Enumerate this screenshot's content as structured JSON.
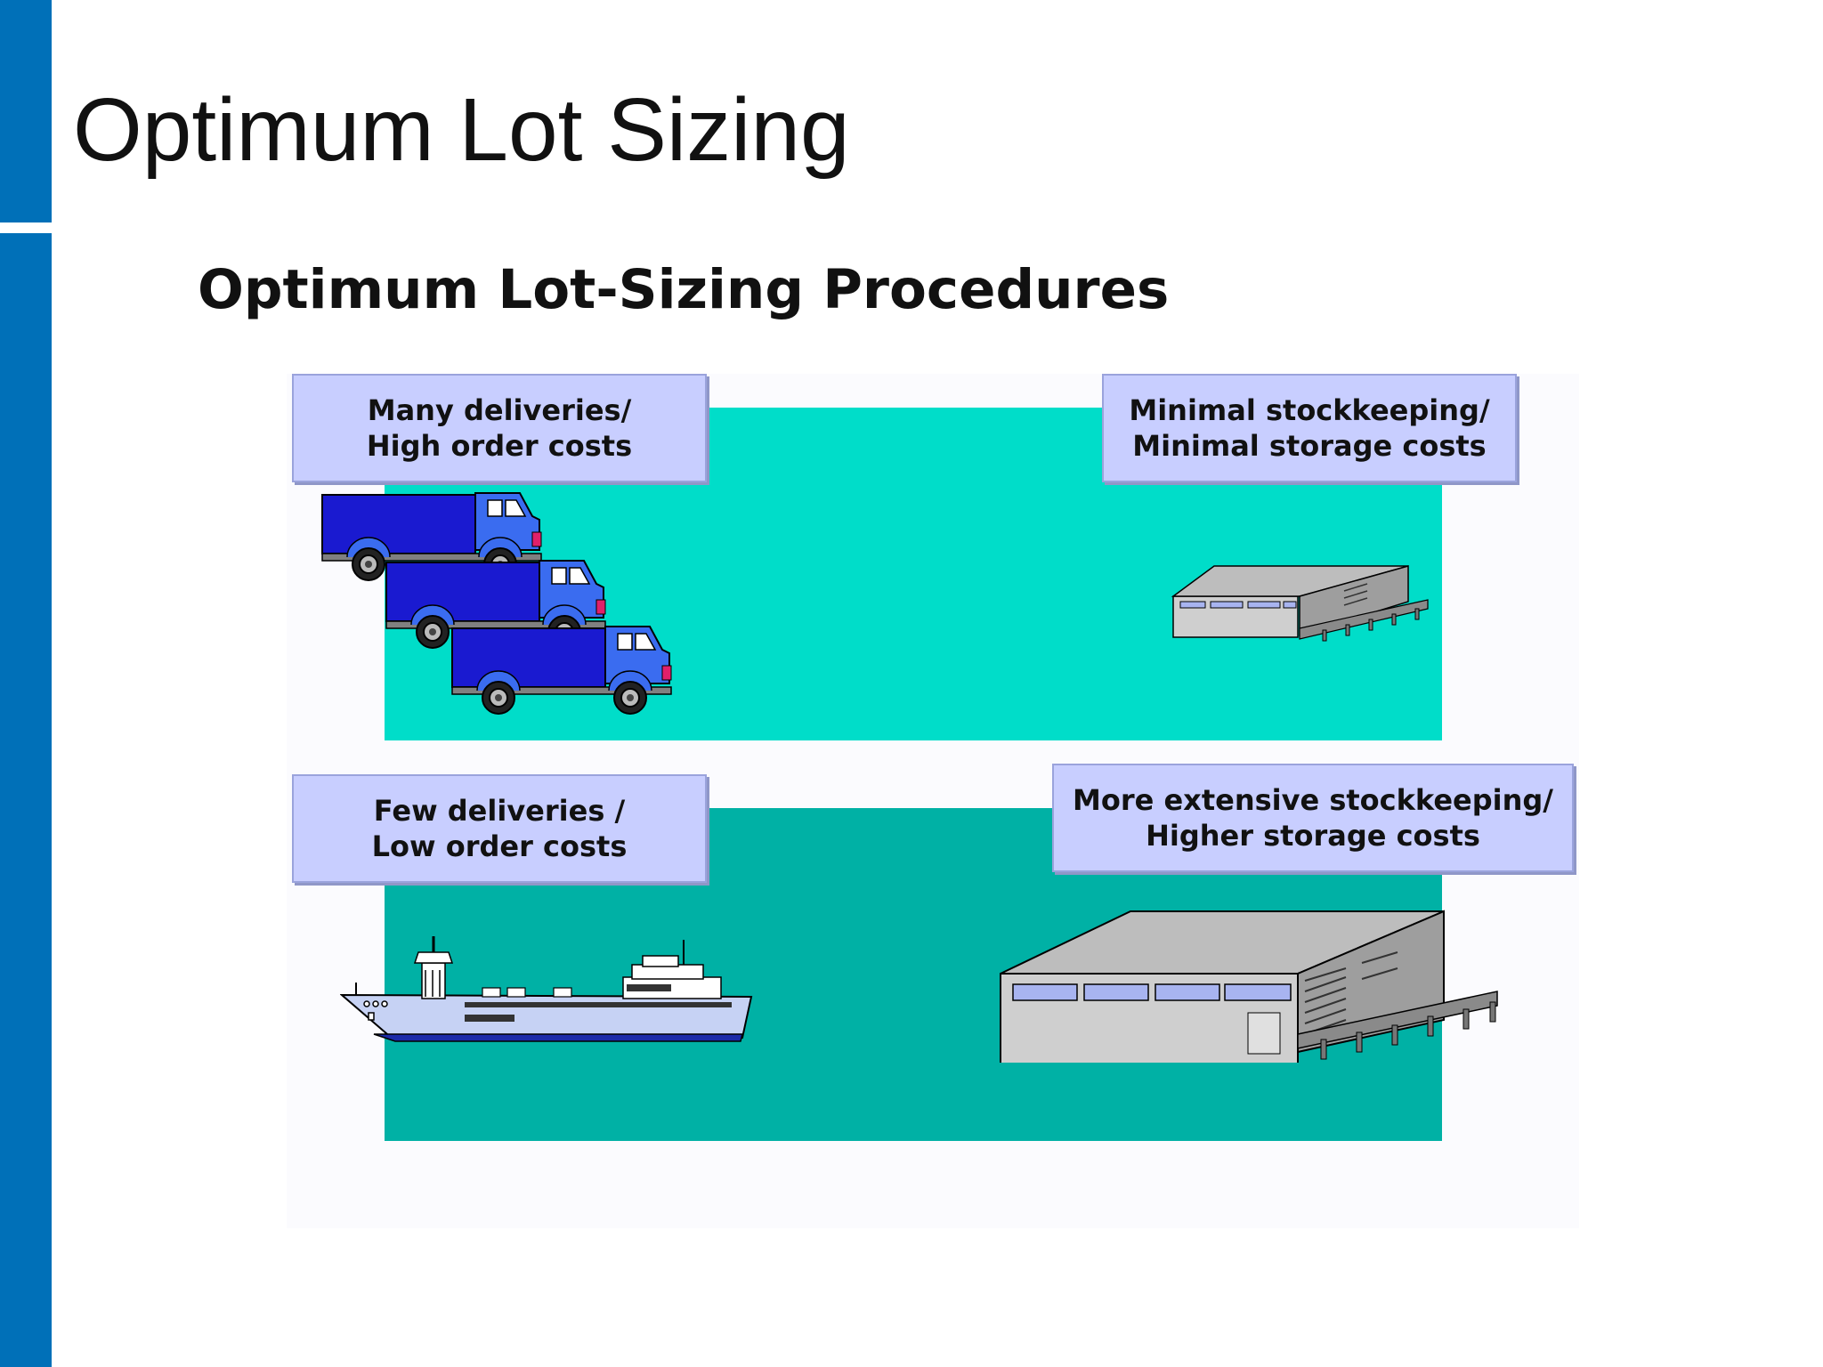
{
  "slide": {
    "title": "Optimum Lot Sizing",
    "subtitle": "Optimum Lot-Sizing Procedures"
  },
  "scenarios": {
    "frequent": {
      "left_label": [
        "Many deliveries/",
        "High order costs"
      ],
      "right_label": [
        "Minimal stockkeeping/",
        "Minimal storage costs"
      ]
    },
    "infrequent": {
      "left_label": [
        "Few deliveries /",
        "Low order costs"
      ],
      "right_label": [
        "More extensive stockkeeping/",
        "Higher storage costs"
      ]
    }
  },
  "colors": {
    "sidebar": "#0070b8",
    "panel_frequent": "#00ddc9",
    "panel_infrequent": "#00b1a5",
    "label_fill": "#c8ceff",
    "truck_body": "#1a1ad0",
    "ship_hull": "#c6d2f4",
    "warehouse": "#d0d0d0"
  },
  "icons": {
    "trucks": "truck-icon",
    "small_warehouse": "small-warehouse-icon",
    "ship": "cargo-ship-icon",
    "large_warehouse": "large-warehouse-icon"
  }
}
